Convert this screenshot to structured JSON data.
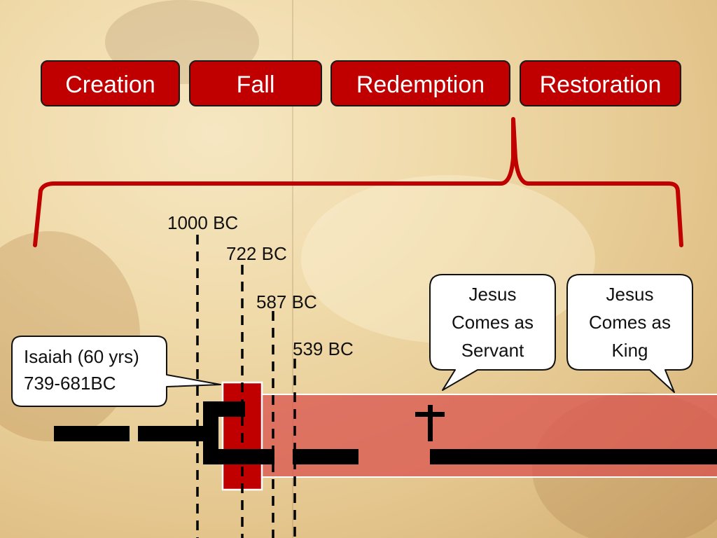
{
  "phases": [
    "Creation",
    "Fall",
    "Redemption",
    "Restoration"
  ],
  "dates": [
    "1000 BC",
    "722 BC",
    "587 BC",
    "539 BC"
  ],
  "isaiah": {
    "line1": "Isaiah (60 yrs)",
    "line2": "739-681BC"
  },
  "servant": {
    "line1": "Jesus",
    "line2": "Comes as",
    "line3": "Servant"
  },
  "king": {
    "line1": "Jesus",
    "line2": "Comes as",
    "line3": "King"
  },
  "colors": {
    "accent": "#c00000",
    "band": "#d9534f",
    "ink": "#111111"
  },
  "icons": [
    "cross-icon"
  ]
}
